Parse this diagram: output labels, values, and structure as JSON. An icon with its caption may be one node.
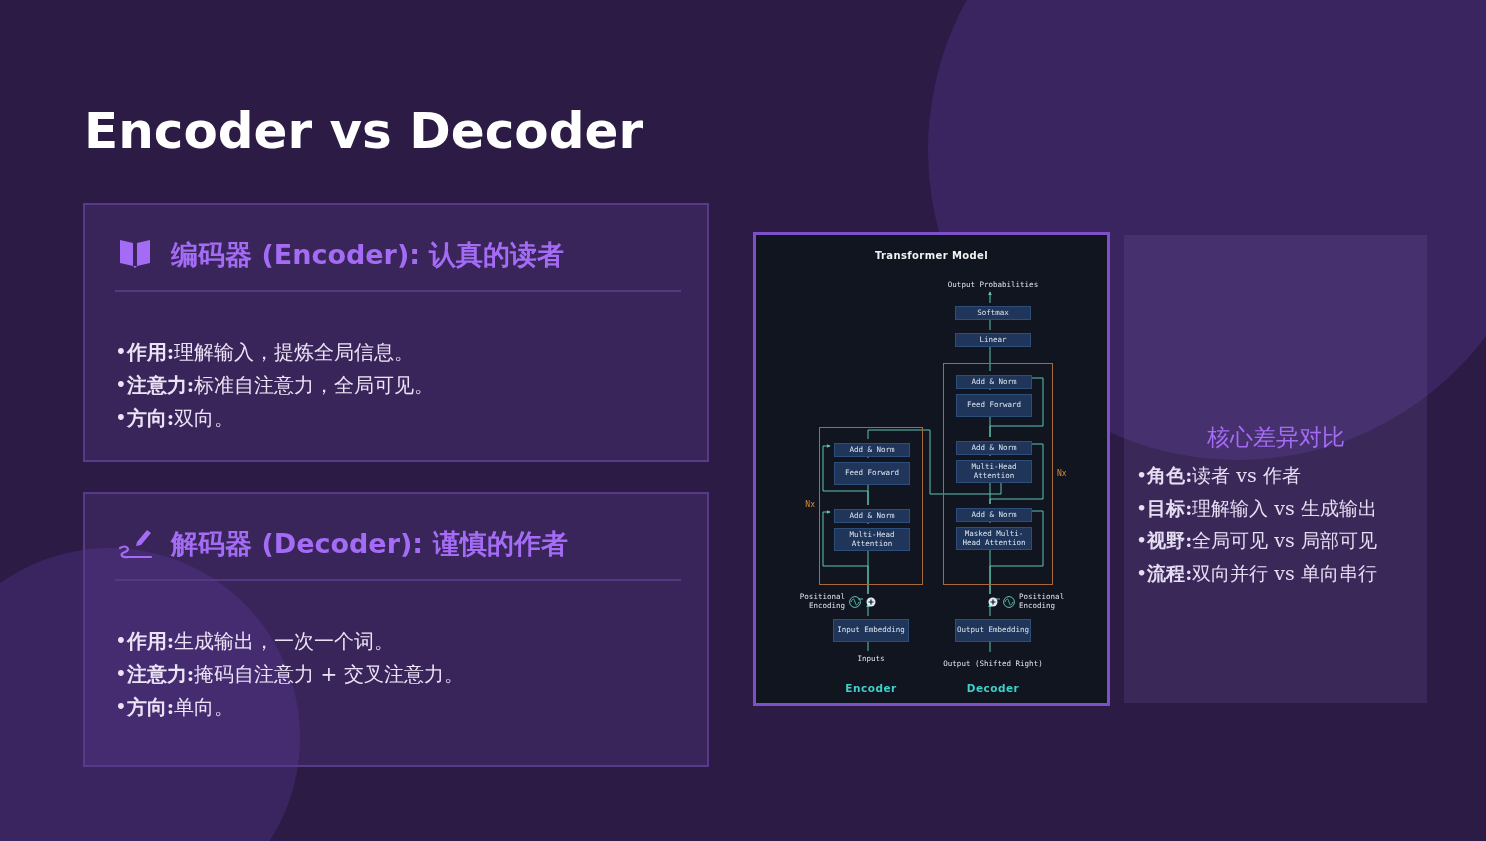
{
  "diagram": {
    "title": "Encoder vs Decoder",
    "nodes": [
      {
        "text": [
          "编码器 (Encoder): 认真的读者",
          "•**作用:**理解输入，提炼全局信息。",
          "•**注意力:**标准自注意力，全局可见。",
          "•**方向:**双向。"
        ]
      },
      {
        "text": [
          "解码器 (Decoder): 谨慎的作者",
          "•**作用:**生成输出，一次一个词。",
          "•**注意力:**掩码自注意力 + 交叉注意力。",
          "•**方向:**单向。"
        ]
      },
      {
        "text": [
          "Transformer Model"
        ]
      },
      {
        "text": [
          "核心差异对比",
          "•**角色:**读者 vs 作者",
          "•**目标:**理解输入 vs 生成输出",
          "•**视野:**全局可见 vs 局部可见",
          "•**流程:**双向并行 vs 单向串行"
        ]
      },
      {
        "text": [
          "Output Probabilities"
        ],
        "in": 2
      },
      {
        "text": [
          "Softmax"
        ],
        "in": 2
      },
      {
        "text": [
          "Linear"
        ],
        "in": 2
      },
      {
        "text": [],
        "shape": "box",
        "in": 2,
        "beside": [
          "Nx"
        ]
      },
      {
        "text": [],
        "shape": "box",
        "in": 2,
        "beside": [
          "Nx"
        ]
      },
      {
        "text": [
          "Add & Norm"
        ],
        "in": 7
      },
      {
        "text": [
          "Feed Forward"
        ],
        "in": 7
      },
      {
        "text": [
          "Add & Norm"
        ],
        "in": 7
      },
      {
        "text": [
          "Multi-Head Attention"
        ],
        "in": 7
      },
      {
        "text": [
          "Add & Norm"
        ],
        "in": 8
      },
      {
        "text": [
          "Feed Forward"
        ],
        "in": 8
      },
      {
        "text": [
          "Add & Norm"
        ],
        "in": 8
      },
      {
        "text": [
          "Multi-Head Attention"
        ],
        "in": 8
      },
      {
        "text": [
          "Add & Norm"
        ],
        "in": 8
      },
      {
        "text": [
          "Masked Multi-Head Attention"
        ],
        "in": 8
      },
      {
        "text": [],
        "shape": "circle",
        "in": 2
      },
      {
        "text": [],
        "shape": "circle",
        "in": 2,
        "beside": [
          "Positional Encoding"
        ]
      },
      {
        "text": [
          "Input Embedding"
        ],
        "in": 2
      },
      {
        "text": [
          "Inputs"
        ],
        "in": 2
      },
      {
        "text": [],
        "shape": "circle",
        "in": 2
      },
      {
        "text": [],
        "shape": "circle",
        "in": 2,
        "beside": [
          "Positional Encoding"
        ]
      },
      {
        "text": [
          "Output Embedding"
        ],
        "in": 2
      },
      {
        "text": [
          "Output (Shifted Right)"
        ],
        "in": 2
      }
    ],
    "edges": [
      {
        "from": 22,
        "to": 21,
        "arrow": "to"
      },
      {
        "from": 21,
        "to": 19,
        "arrow": "to"
      },
      {
        "from": 20,
        "to": 19,
        "arrow": "none"
      },
      {
        "from": 19,
        "to": 12,
        "arrow": "to"
      },
      {
        "from": 12,
        "to": 11,
        "arrow": "to"
      },
      {
        "from": 11,
        "to": 10,
        "arrow": "to"
      },
      {
        "from": 10,
        "to": 9,
        "arrow": "to"
      },
      {
        "from": 19,
        "to": 11,
        "arrow": "to"
      },
      {
        "from": 11,
        "to": 9,
        "arrow": "to"
      },
      {
        "from": 9,
        "to": 16,
        "arrow": "to"
      },
      {
        "from": 26,
        "to": 25,
        "arrow": "to"
      },
      {
        "from": 25,
        "to": 23,
        "arrow": "to"
      },
      {
        "from": 24,
        "to": 23,
        "arrow": "none"
      },
      {
        "from": 23,
        "to": 18,
        "arrow": "to"
      },
      {
        "from": 18,
        "to": 17,
        "arrow": "to"
      },
      {
        "from": 17,
        "to": 16,
        "arrow": "to"
      },
      {
        "from": 16,
        "to": 15,
        "arrow": "to"
      },
      {
        "from": 15,
        "to": 14,
        "arrow": "to"
      },
      {
        "from": 14,
        "to": 13,
        "arrow": "to"
      },
      {
        "from": 13,
        "to": 6,
        "arrow": "to"
      },
      {
        "from": 6,
        "to": 5,
        "arrow": "to"
      },
      {
        "from": 5,
        "to": 4,
        "arrow": "to"
      },
      {
        "from": 23,
        "to": 17,
        "arrow": "to"
      },
      {
        "from": 17,
        "to": 15,
        "arrow": "to"
      },
      {
        "from": 15,
        "to": 13,
        "arrow": "to"
      }
    ],
    "labels": [
      "Encoder",
      "Decoder"
    ]
  }
}
